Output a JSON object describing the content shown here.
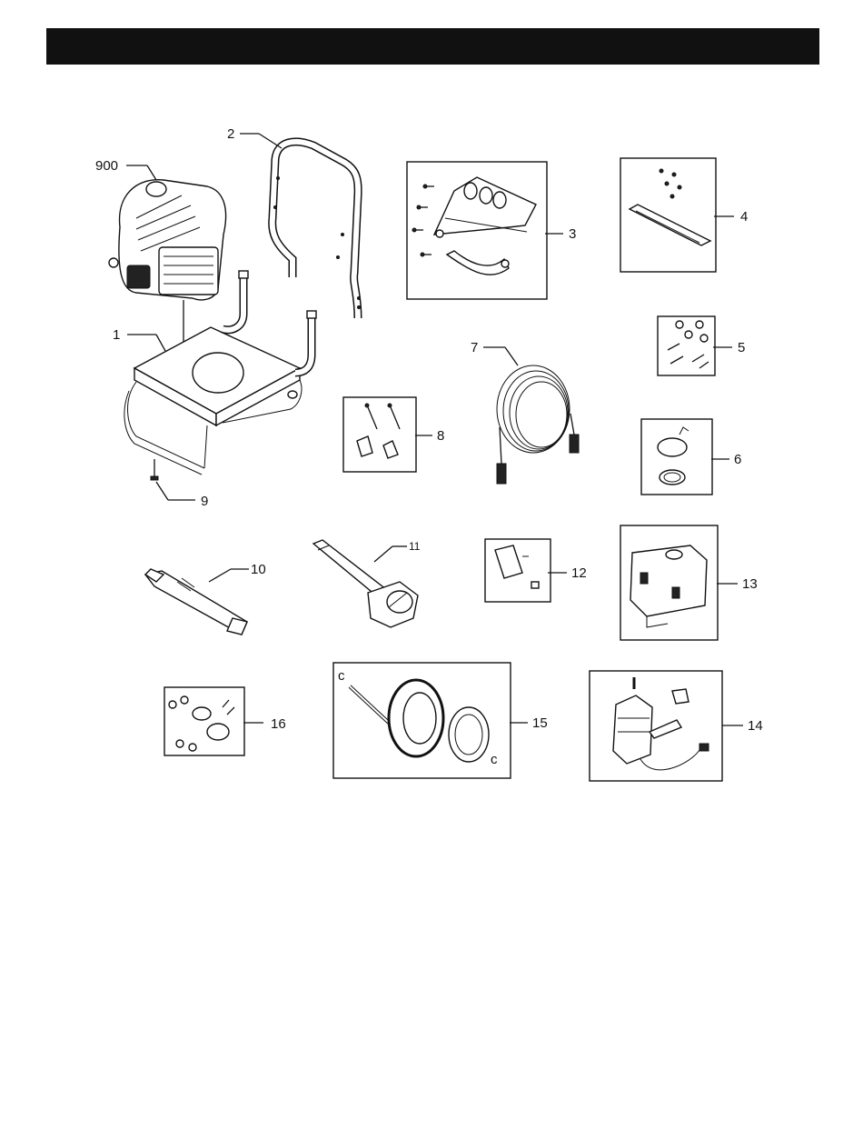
{
  "header": {
    "title": ""
  },
  "parts": {
    "p900": "900",
    "p1": "1",
    "p2": "2",
    "p3": "3",
    "p4": "4",
    "p5": "5",
    "p6": "6",
    "p7": "7",
    "p8": "8",
    "p9": "9",
    "p10": "10",
    "p11": "11",
    "p12": "12",
    "p13": "13",
    "p14": "14",
    "p15": "15",
    "p16": "16"
  }
}
